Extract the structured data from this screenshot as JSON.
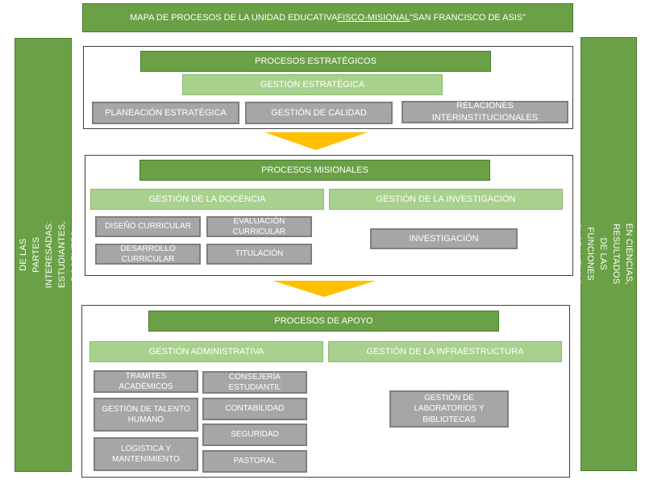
{
  "title": {
    "pre": "MAPA DE PROCESOS DE LA UNIDAD EDUCATIVA ",
    "underlined": "FISCO-MISIONAL",
    "post": " “SAN FRANCISCO DE ASIS”"
  },
  "left_bar": "REQUISITOS Y EXPECTATIVAS DE LAS PARTES INTERESADAS: ESTUDIANTES, DOCENTES, GRADUADOS.",
  "right_bar": "BACHILLERES EN CIENCIAS, RESULTADOS DE LAS FUNCIONES SUSTANTIVAS",
  "strategic": {
    "header": "PROCESOS ESTRATÉGICOS",
    "sub": "GESTIÓN ESTRATÉGICA",
    "items": [
      "PLANEACIÓN ESTRATÉGICA",
      "GESTIÓN DE CALIDAD",
      "RELACIONES INTERINSTITUCIONALES"
    ]
  },
  "missional": {
    "header": "PROCESOS MISIONALES",
    "teaching": "GESTIÓN DE LA DOCENCIA",
    "research": "GESTIÓN DE LA INVESTIGACIÓN",
    "teaching_items": [
      "DISEÑO CURRICULAR",
      "EVALUACIÓN CURRICULAR",
      "DESARROLLO CURRICULAR",
      "TITULACIÓN"
    ],
    "research_items": [
      "INVESTIGACIÓN"
    ]
  },
  "support": {
    "header": "PROCESOS DE APOYO",
    "admin": "GESTIÓN ADMINISTRATIVA",
    "infra": "GESTIÓN DE LA INFRAESTRUCTURA",
    "admin_left": [
      "TRAMITES ACADÉMICOS",
      "GESTIÓN DE TALENTO HUMANO",
      "LOGISTICA Y MANTENIMIENTO"
    ],
    "admin_right": [
      "CONSEJERÍA ESTUDIANTIL",
      "CONTABILIDAD",
      "SEGURIDAD",
      "PASTORAL"
    ],
    "infra_items": [
      "GESTIÓN DE LABORATORIOS Y BIBLIOTECAS"
    ]
  },
  "colors": {
    "dark_green": "#6aa146",
    "light_green": "#a9d18e",
    "gray_box": "#a6a6a6",
    "arrow": "#ffc000"
  }
}
